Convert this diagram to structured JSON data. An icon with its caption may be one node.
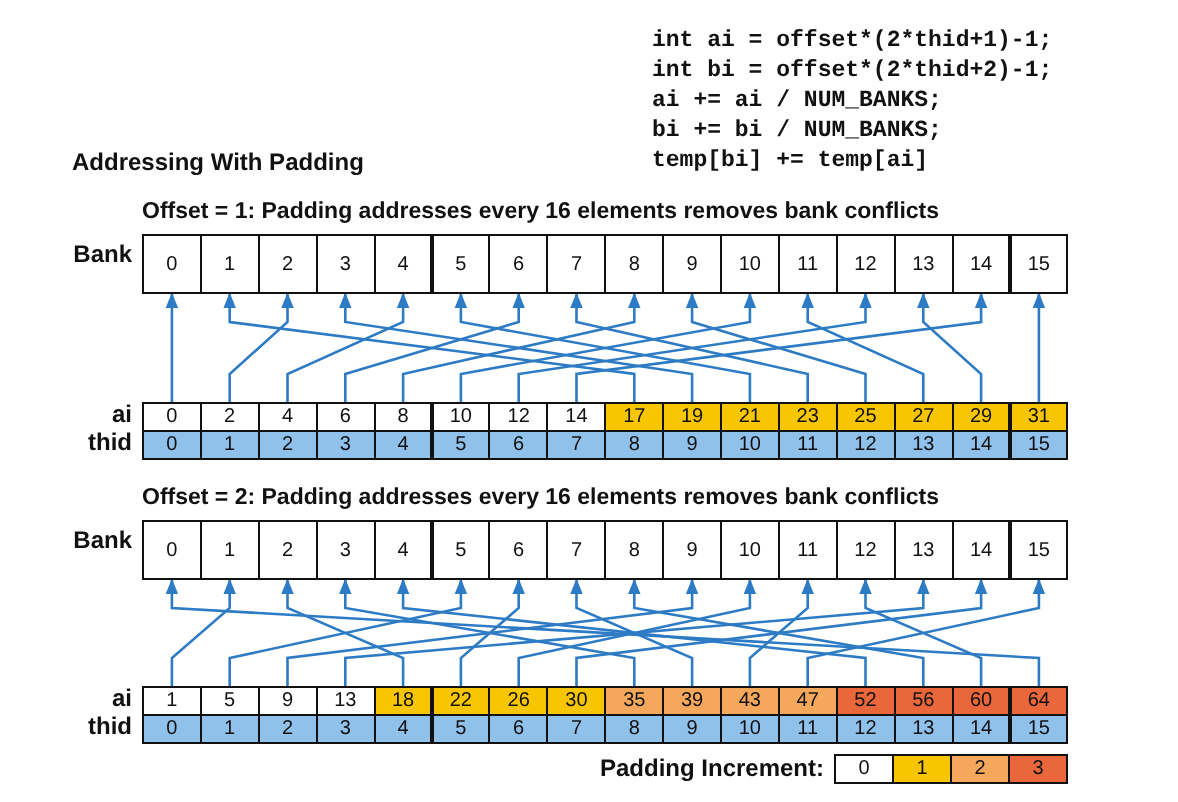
{
  "diagram": {
    "title": "Addressing With Padding",
    "nodes": [
      {
        "text": [
          "0"
        ]
      },
      {
        "text": [
          "1"
        ]
      },
      {
        "text": [
          "2"
        ]
      },
      {
        "text": [
          "3"
        ]
      },
      {
        "text": [
          "4"
        ]
      },
      {
        "text": [
          "5"
        ]
      },
      {
        "text": [
          "6"
        ]
      },
      {
        "text": [
          "7"
        ]
      },
      {
        "text": [
          "8"
        ]
      },
      {
        "text": [
          "9"
        ]
      },
      {
        "text": [
          "10"
        ]
      },
      {
        "text": [
          "11"
        ]
      },
      {
        "text": [
          "12"
        ]
      },
      {
        "text": [
          "13"
        ]
      },
      {
        "text": [
          "14"
        ]
      },
      {
        "text": [
          "15"
        ]
      },
      {
        "text": [
          "0"
        ]
      },
      {
        "text": [
          "2"
        ]
      },
      {
        "text": [
          "4"
        ]
      },
      {
        "text": [
          "6"
        ]
      },
      {
        "text": [
          "8"
        ]
      },
      {
        "text": [
          "10"
        ]
      },
      {
        "text": [
          "12"
        ]
      },
      {
        "text": [
          "14"
        ]
      },
      {
        "text": [
          "17"
        ]
      },
      {
        "text": [
          "19"
        ]
      },
      {
        "text": [
          "21"
        ]
      },
      {
        "text": [
          "23"
        ]
      },
      {
        "text": [
          "25"
        ]
      },
      {
        "text": [
          "27"
        ]
      },
      {
        "text": [
          "29"
        ]
      },
      {
        "text": [
          "31"
        ]
      },
      {
        "text": [
          "0"
        ]
      },
      {
        "text": [
          "1"
        ]
      },
      {
        "text": [
          "2"
        ]
      },
      {
        "text": [
          "3"
        ]
      },
      {
        "text": [
          "4"
        ]
      },
      {
        "text": [
          "5"
        ]
      },
      {
        "text": [
          "6"
        ]
      },
      {
        "text": [
          "7"
        ]
      },
      {
        "text": [
          "8"
        ]
      },
      {
        "text": [
          "9"
        ]
      },
      {
        "text": [
          "10"
        ]
      },
      {
        "text": [
          "11"
        ]
      },
      {
        "text": [
          "12"
        ]
      },
      {
        "text": [
          "13"
        ]
      },
      {
        "text": [
          "14"
        ]
      },
      {
        "text": [
          "15"
        ]
      },
      {
        "text": [
          "0"
        ]
      },
      {
        "text": [
          "1"
        ]
      },
      {
        "text": [
          "2"
        ]
      },
      {
        "text": [
          "3"
        ]
      },
      {
        "text": [
          "4"
        ]
      },
      {
        "text": [
          "5"
        ]
      },
      {
        "text": [
          "6"
        ]
      },
      {
        "text": [
          "7"
        ]
      },
      {
        "text": [
          "8"
        ]
      },
      {
        "text": [
          "9"
        ]
      },
      {
        "text": [
          "10"
        ]
      },
      {
        "text": [
          "11"
        ]
      },
      {
        "text": [
          "12"
        ]
      },
      {
        "text": [
          "13"
        ]
      },
      {
        "text": [
          "14"
        ]
      },
      {
        "text": [
          "15"
        ]
      },
      {
        "text": [
          "1"
        ]
      },
      {
        "text": [
          "5"
        ]
      },
      {
        "text": [
          "9"
        ]
      },
      {
        "text": [
          "13"
        ]
      },
      {
        "text": [
          "18"
        ]
      },
      {
        "text": [
          "22"
        ]
      },
      {
        "text": [
          "26"
        ]
      },
      {
        "text": [
          "30"
        ]
      },
      {
        "text": [
          "35"
        ]
      },
      {
        "text": [
          "39"
        ]
      },
      {
        "text": [
          "43"
        ]
      },
      {
        "text": [
          "47"
        ]
      },
      {
        "text": [
          "52"
        ]
      },
      {
        "text": [
          "56"
        ]
      },
      {
        "text": [
          "60"
        ]
      },
      {
        "text": [
          "64"
        ]
      },
      {
        "text": [
          "0"
        ]
      },
      {
        "text": [
          "1"
        ]
      },
      {
        "text": [
          "2"
        ]
      },
      {
        "text": [
          "3"
        ]
      },
      {
        "text": [
          "4"
        ]
      },
      {
        "text": [
          "5"
        ]
      },
      {
        "text": [
          "6"
        ]
      },
      {
        "text": [
          "7"
        ]
      },
      {
        "text": [
          "8"
        ]
      },
      {
        "text": [
          "9"
        ]
      },
      {
        "text": [
          "10"
        ]
      },
      {
        "text": [
          "11"
        ]
      },
      {
        "text": [
          "12"
        ]
      },
      {
        "text": [
          "13"
        ]
      },
      {
        "text": [
          "14"
        ]
      },
      {
        "text": [
          "15"
        ]
      }
    ],
    "edges": [
      {
        "from": 16,
        "to": 0,
        "arrow": "to"
      },
      {
        "from": 17,
        "to": 2,
        "arrow": "to"
      },
      {
        "from": 18,
        "to": 4,
        "arrow": "to"
      },
      {
        "from": 19,
        "to": 6,
        "arrow": "to"
      },
      {
        "from": 20,
        "to": 8,
        "arrow": "to"
      },
      {
        "from": 21,
        "to": 10,
        "arrow": "to"
      },
      {
        "from": 22,
        "to": 12,
        "arrow": "to"
      },
      {
        "from": 23,
        "to": 14,
        "arrow": "to"
      },
      {
        "from": 24,
        "to": 1,
        "arrow": "to"
      },
      {
        "from": 25,
        "to": 3,
        "arrow": "to"
      },
      {
        "from": 26,
        "to": 5,
        "arrow": "to"
      },
      {
        "from": 27,
        "to": 7,
        "arrow": "to"
      },
      {
        "from": 28,
        "to": 9,
        "arrow": "to"
      },
      {
        "from": 29,
        "to": 11,
        "arrow": "to"
      },
      {
        "from": 30,
        "to": 13,
        "arrow": "to"
      },
      {
        "from": 31,
        "to": 15,
        "arrow": "to"
      },
      {
        "from": 64,
        "to": 49,
        "arrow": "to"
      },
      {
        "from": 65,
        "to": 53,
        "arrow": "to"
      },
      {
        "from": 66,
        "to": 57,
        "arrow": "to"
      },
      {
        "from": 67,
        "to": 61,
        "arrow": "to"
      },
      {
        "from": 68,
        "to": 50,
        "arrow": "to"
      },
      {
        "from": 69,
        "to": 54,
        "arrow": "to"
      },
      {
        "from": 70,
        "to": 58,
        "arrow": "to"
      },
      {
        "from": 71,
        "to": 62,
        "arrow": "to"
      },
      {
        "from": 72,
        "to": 51,
        "arrow": "to"
      },
      {
        "from": 73,
        "to": 55,
        "arrow": "to"
      },
      {
        "from": 74,
        "to": 59,
        "arrow": "to"
      },
      {
        "from": 75,
        "to": 63,
        "arrow": "to"
      },
      {
        "from": 76,
        "to": 52,
        "arrow": "to"
      },
      {
        "from": 77,
        "to": 56,
        "arrow": "to"
      },
      {
        "from": 78,
        "to": 60,
        "arrow": "to"
      },
      {
        "from": 79,
        "to": 48,
        "arrow": "to"
      }
    ],
    "labels": [
      "int ai = offset*(2*thid+1)-1;",
      "int bi = offset*(2*thid+2)-1;",
      "ai += ai / NUM_BANKS;",
      "bi += bi / NUM_BANKS;",
      "temp[bi] += temp[ai]",
      "Offset = 1: Padding addresses every 16 elements removes bank conflicts",
      "Bank",
      "ai",
      "thid",
      "Offset = 2: Padding addresses every 16 elements removes bank conflicts",
      "Bank",
      "ai",
      "thid",
      "Padding Increment:"
    ],
    "legend": [
      {
        "text": "0",
        "color": "#ffffff"
      },
      {
        "text": "1",
        "color": "#f7c600"
      },
      {
        "text": "2",
        "color": "#f5a85c"
      },
      {
        "text": "3",
        "color": "#e9673a"
      }
    ]
  }
}
